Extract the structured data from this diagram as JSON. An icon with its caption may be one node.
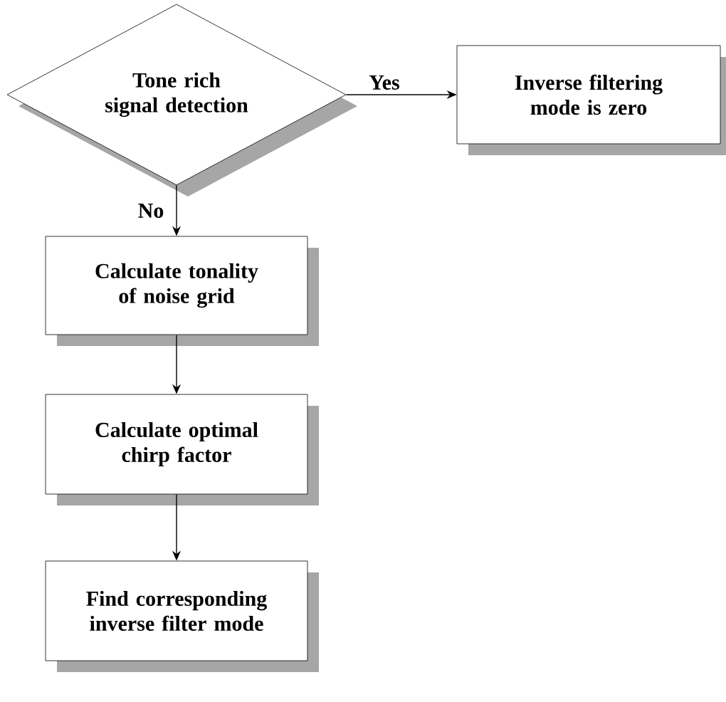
{
  "diagram": {
    "nodes": [
      {
        "text": [
          "Tone rich signal detection"
        ]
      },
      {
        "text": [
          "Inverse filtering mode is zero"
        ]
      },
      {
        "text": [
          "Calculate tonality of noise grid"
        ]
      },
      {
        "text": [
          "Calculate optimal chirp factor"
        ]
      },
      {
        "text": [
          "Find corresponding inverse filter mode"
        ]
      }
    ],
    "edges": [
      {
        "from": 0,
        "to": 1,
        "arrow": "to",
        "label": "Yes"
      },
      {
        "from": 0,
        "to": 2,
        "arrow": "to",
        "label": "No"
      },
      {
        "from": 2,
        "to": 3,
        "arrow": "to"
      },
      {
        "from": 3,
        "to": 4,
        "arrow": "to"
      }
    ]
  }
}
